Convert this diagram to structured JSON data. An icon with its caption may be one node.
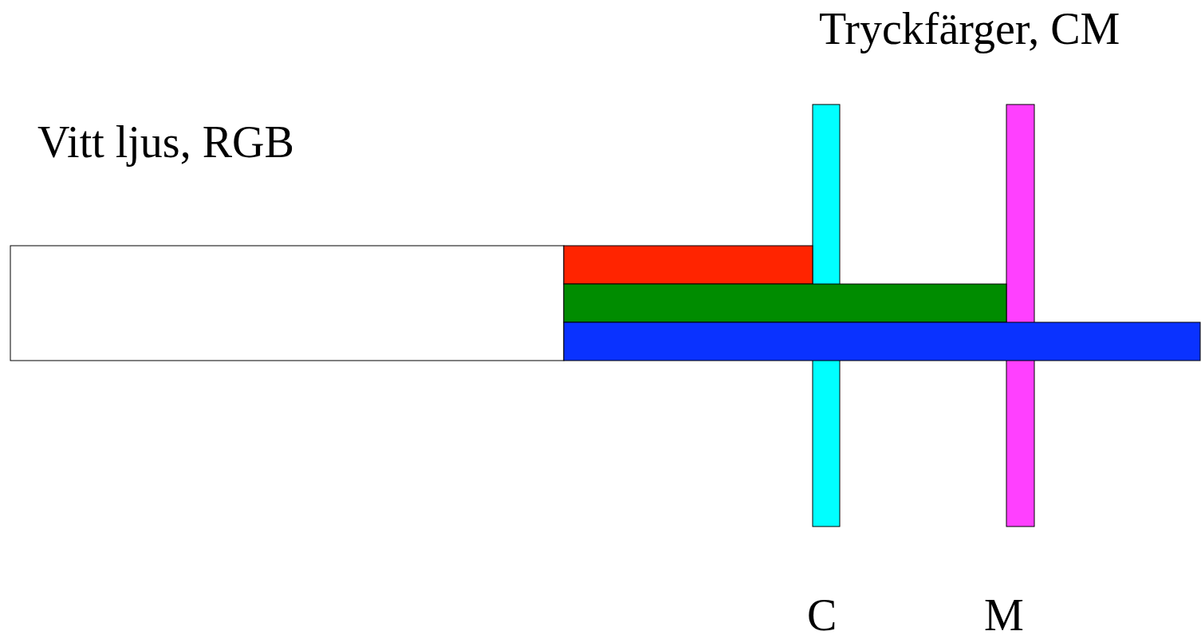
{
  "diagram": {
    "labels": [
      "Tryckfärger, CM",
      "Vitt ljus, RGB",
      "C",
      "M"
    ]
  }
}
